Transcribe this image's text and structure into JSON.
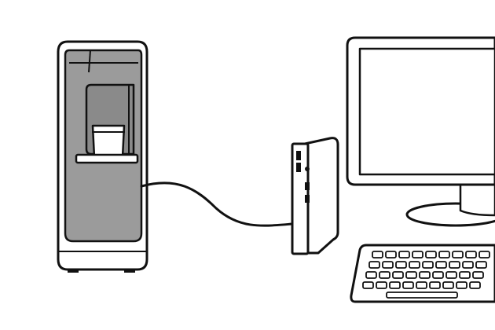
{
  "diagram": {
    "nodes": [
      {
        "id": "kiosk",
        "kind": "standing-device"
      },
      {
        "id": "mini-pc",
        "kind": "computer-tower"
      },
      {
        "id": "monitor",
        "kind": "monitor"
      },
      {
        "id": "keyboard",
        "kind": "keyboard"
      }
    ],
    "connections": [
      {
        "from": "kiosk",
        "to": "mini-pc",
        "kind": "cable"
      }
    ]
  },
  "colors": {
    "line": "#111111",
    "device_fill": "#9b9b9b",
    "background": "#ffffff"
  }
}
